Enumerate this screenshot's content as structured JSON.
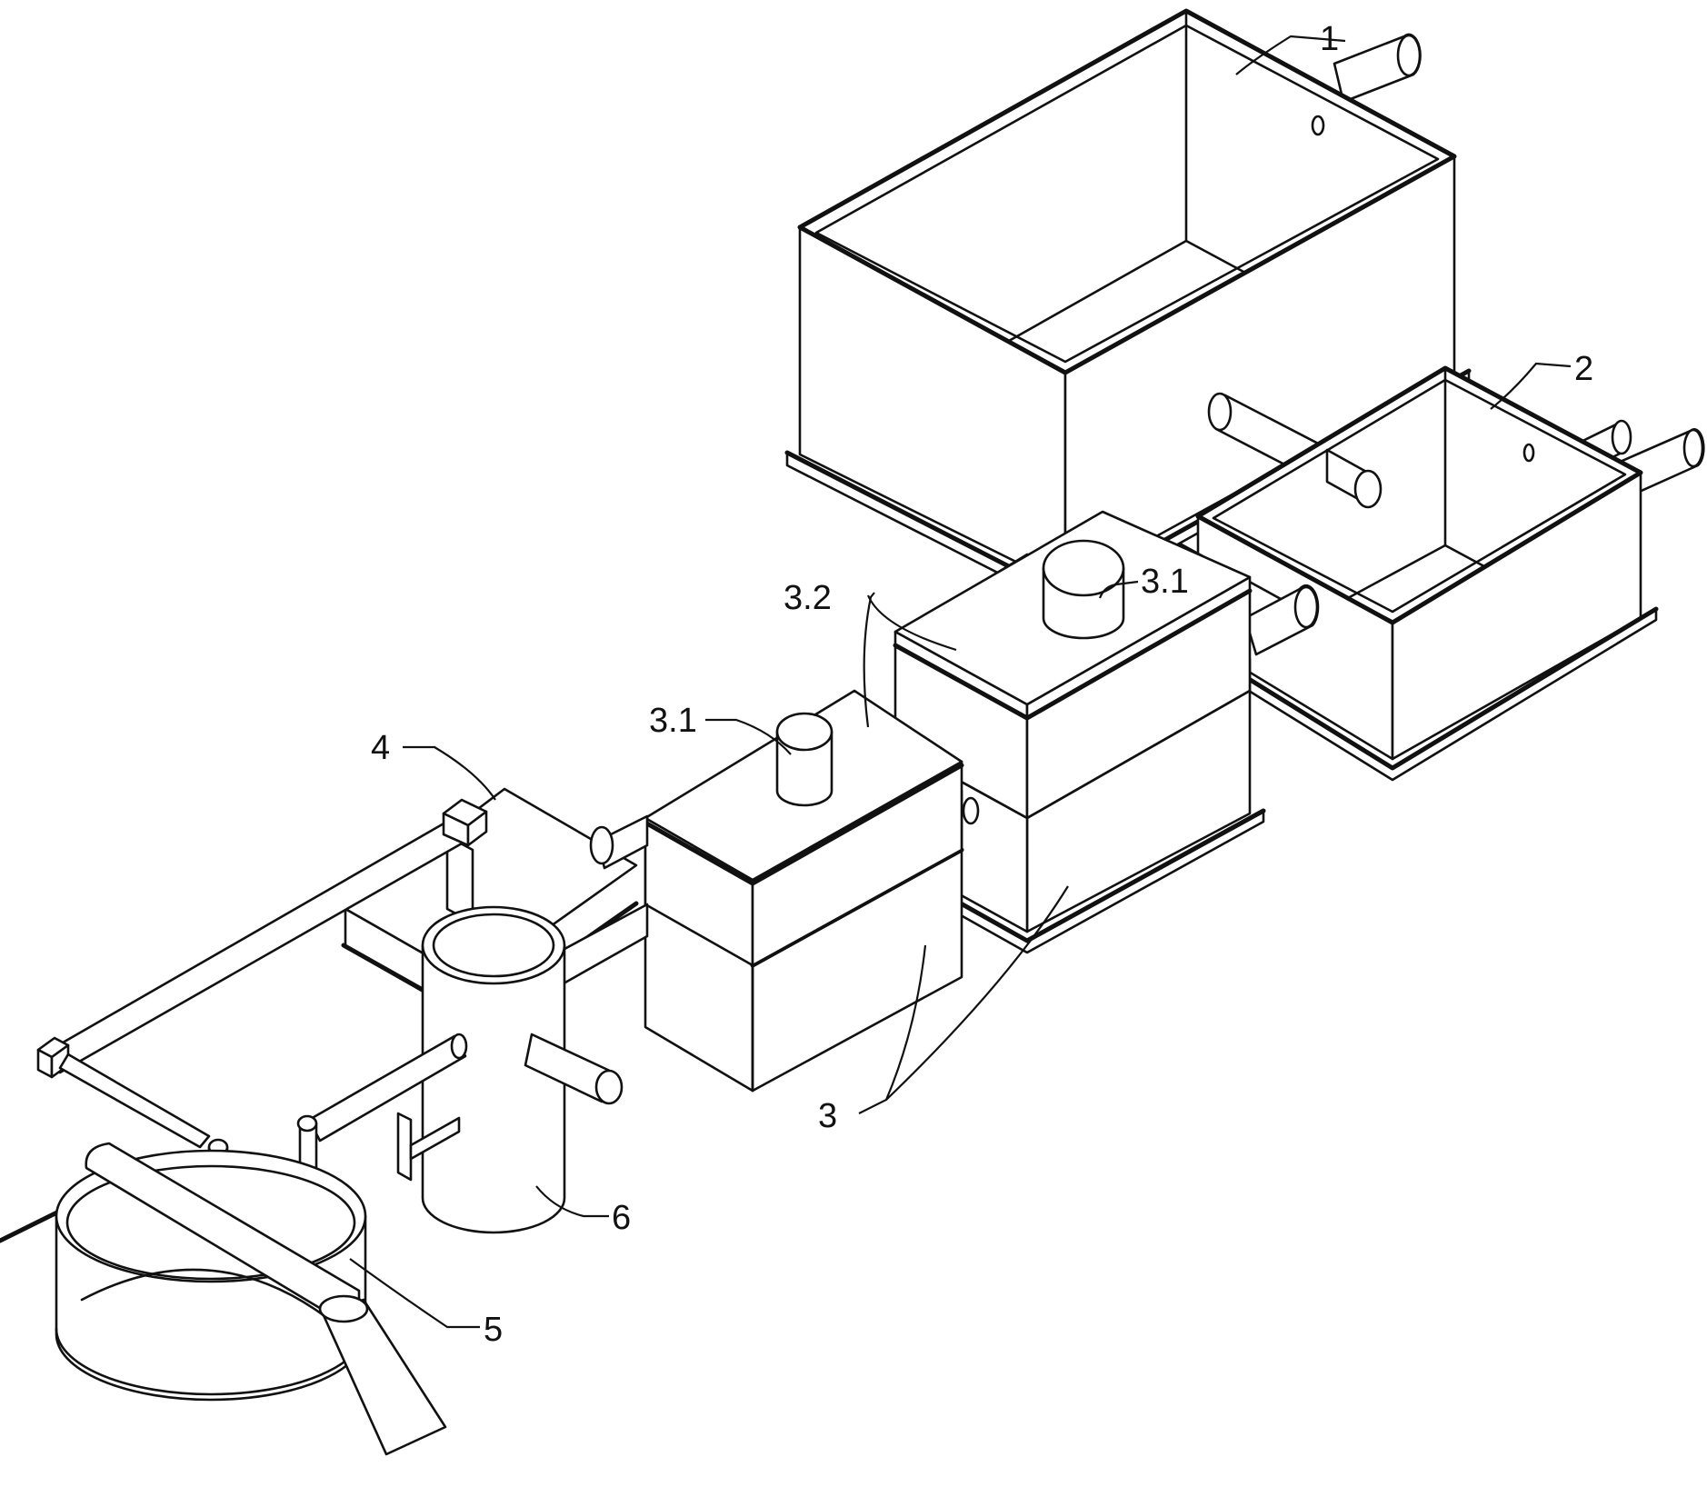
{
  "labels": {
    "tank_1": "1",
    "tank_2": "2",
    "unit_3": "3",
    "part_3_1_a": "3.1",
    "part_3_1_b": "3.1",
    "part_3_2": "3.2",
    "unit_4": "4",
    "unit_5": "5",
    "unit_6": "6"
  },
  "colors": {
    "stroke": "#111111",
    "background": "#ffffff"
  }
}
